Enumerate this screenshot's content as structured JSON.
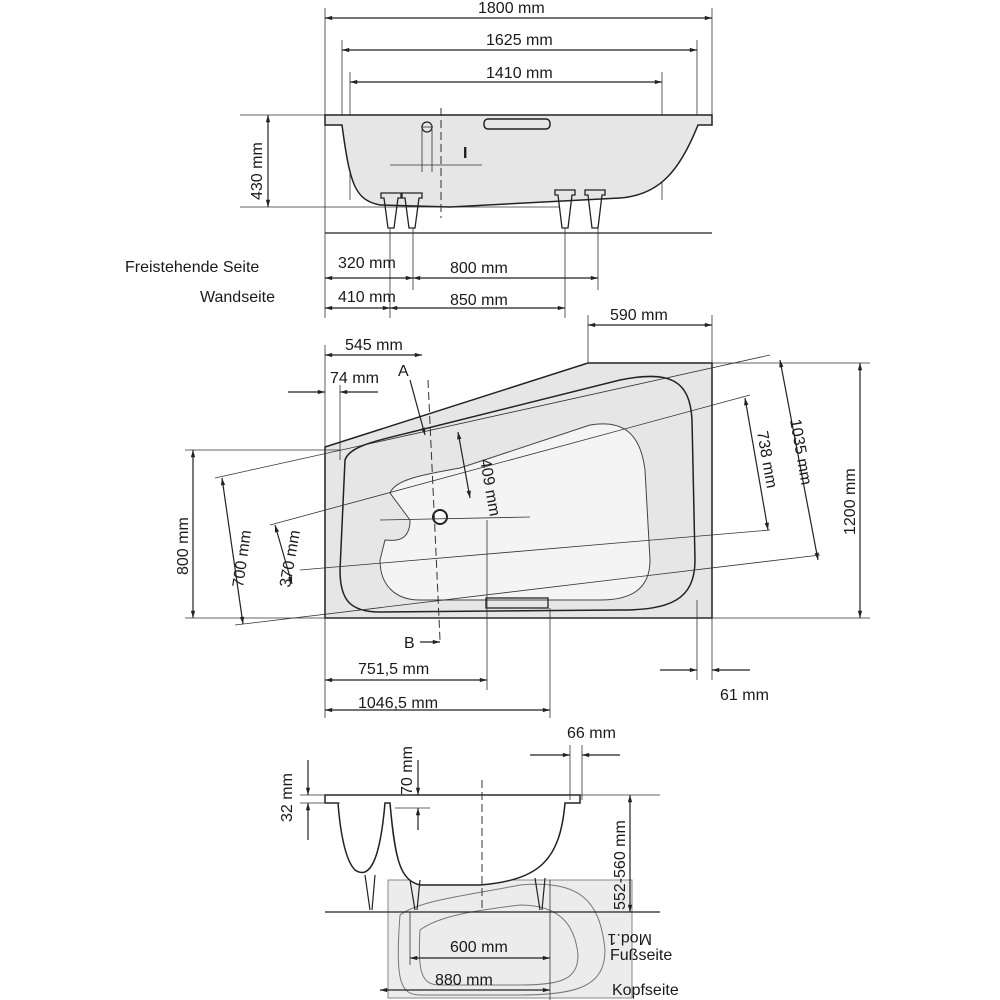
{
  "colors": {
    "tub_fill": "#e6e6e6",
    "line": "#222222",
    "background": "#ffffff"
  },
  "side_view": {
    "dims": {
      "total": "1800 mm",
      "outer": "1625 mm",
      "inner": "1410 mm",
      "height": "430 mm",
      "marker": "I"
    },
    "legs": {
      "free_label": "Freistehende Seite",
      "wall_label": "Wandseite",
      "free_a": "320 mm",
      "free_b": "800 mm",
      "wall_a": "410 mm",
      "wall_b": "850 mm"
    }
  },
  "plan_view": {
    "dims": {
      "d590": "590 mm",
      "d545": "545 mm",
      "d74": "74 mm",
      "d1200": "1200 mm",
      "d1035": "1035 mm",
      "d738": "738 mm",
      "d409": "409 mm",
      "d800": "800 mm",
      "d700": "700 mm",
      "d370": "370 mm",
      "d751": "751,5 mm",
      "d1046": "1046,5 mm",
      "d61": "61 mm"
    },
    "section_a": "A",
    "section_b": "B"
  },
  "section_view": {
    "dims": {
      "d32": "32 mm",
      "d70": "70 mm",
      "d66": "66 mm",
      "height": "552-560 mm",
      "d600": "600 mm",
      "d880": "880 mm"
    },
    "foot_label": "Fußseite",
    "head_label": "Kopfseite",
    "model": "Mod.1"
  }
}
